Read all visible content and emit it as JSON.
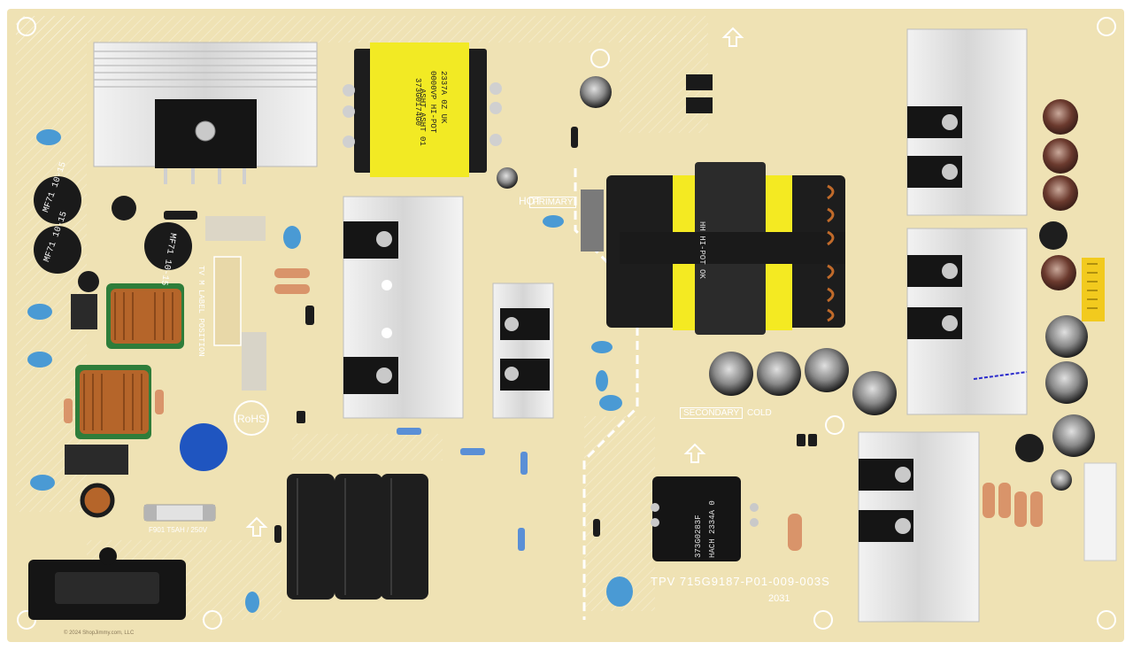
{
  "board": {
    "part_number": "TPV 715G9187-P01-009-003S",
    "rohs_mark": "RoHS",
    "hot_label": "HOT",
    "primary_label": "PRIMARY",
    "secondary_label": "SECONDARY",
    "cold_label": "COLD",
    "label_position_text": "TV M LABEL POSITION",
    "fuse_rating": "F901 T5AH / 250V",
    "year_mark": "2031",
    "copyright": "© 2024 ShopJimmy.com, LLC"
  },
  "components": {
    "thermistor_1": "MF71 10-15",
    "thermistor_2": "MF71 10-15",
    "thermistor_3": "MF71 10-15",
    "transformer_1": "373G0174G0",
    "transformer_1_line2": "ASHT ASHT 01",
    "transformer_1_line3": "0000VP HI-POT",
    "transformer_1_line4": "2337A 0Z UK",
    "inductor_label": "373G0283F",
    "inductor_line2": "HACH 2334A 0",
    "transformer_2_label": "HH HI-POT OK"
  },
  "colors": {
    "pcb": "#efe2b4",
    "pcb_trace": "#e6d49e",
    "silkscreen": "#ffffff",
    "heatsink": "#d8d8d8",
    "transformer_core": "#2b2b2b",
    "transformer_tape": "#f4ea22",
    "capacitor_black": "#1e1e1e",
    "y_cap_blue": "#4a9ad4",
    "varistor_blue": "#1f55c0",
    "choke_copper": "#b5652a",
    "choke_green": "#2e7d3a"
  }
}
